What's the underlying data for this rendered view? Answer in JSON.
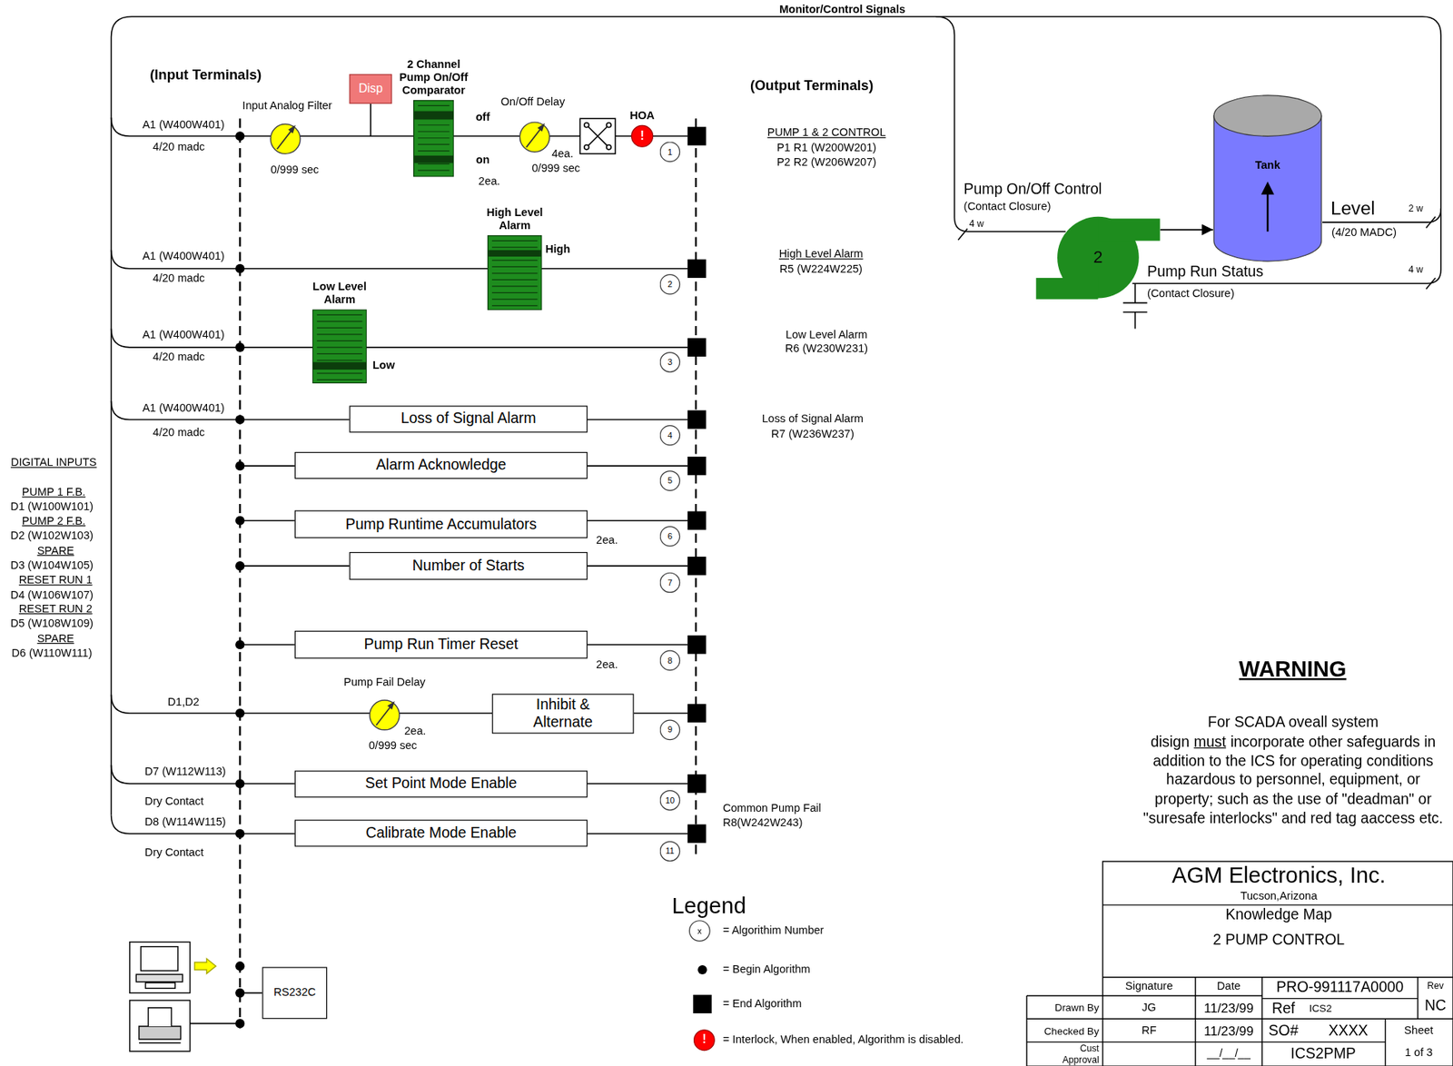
{
  "diagram": {
    "nodes": [
      {
        "text": [
          "Disp"
        ]
      },
      {
        "text": [
          "2 Channel Pump On/Off Comparator"
        ]
      },
      {
        "text": [
          "HOA",
          "!"
        ]
      },
      {
        "text": [
          "1"
        ]
      },
      {
        "text": [
          "High Level Alarm"
        ]
      },
      {
        "text": [
          "2"
        ]
      },
      {
        "text": [
          "Low Level Alarm"
        ]
      },
      {
        "text": [
          "3"
        ]
      },
      {
        "text": [
          "Loss of Signal Alarm"
        ]
      },
      {
        "text": [
          "4"
        ]
      },
      {
        "text": [
          "Alarm Acknowledge"
        ]
      },
      {
        "text": [
          "5"
        ]
      },
      {
        "text": [
          "Pump Runtime Accumulators"
        ]
      },
      {
        "text": [
          "6"
        ]
      },
      {
        "text": [
          "Number of Starts"
        ]
      },
      {
        "text": [
          "7"
        ]
      },
      {
        "text": [
          "Pump Run Timer Reset"
        ]
      },
      {
        "text": [
          "8"
        ]
      },
      {
        "text": [
          "Inhibit & Alternate"
        ]
      },
      {
        "text": [
          "9"
        ]
      },
      {
        "text": [
          "Set Point Mode Enable"
        ]
      },
      {
        "text": [
          "10"
        ]
      },
      {
        "text": [
          "Calibrate Mode Enable"
        ]
      },
      {
        "text": [
          "11"
        ]
      },
      {
        "text": [
          "RS232C"
        ]
      },
      {
        "text": [
          "2"
        ]
      },
      {
        "text": [
          "Tank"
        ]
      }
    ],
    "edges": [
      {
        "from": 25,
        "to": 26,
        "arrow": "to"
      }
    ],
    "labels": [
      "Monitor/Control Signals",
      "(Input Terminals)",
      "Input Analog Filter",
      "0/999 sec",
      "off",
      "on",
      "2ea.",
      "On/Off Delay",
      "4ea.",
      "0/999 sec",
      "(Output Terminals)",
      "A1 (W400W401)",
      "4/20 madc",
      "PUMP 1 & 2 CONTROL",
      "P1 R1 (W200W201)",
      "P2 R2 (W206W207)",
      "High",
      "A1 (W400W401)",
      "4/20 madc",
      "High Level Alarm",
      "R5 (W224W225)",
      "Low",
      "A1 (W400W401)",
      "4/20 madc",
      "Low Level Alarm",
      "R6 (W230W231)",
      "A1 (W400W401)",
      "4/20 madc",
      "Loss of Signal Alarm",
      "R7 (W236W237)",
      "2ea.",
      "2ea.",
      "Pump Fail Delay",
      "2ea.",
      "0/999 sec",
      "D1,D2",
      "D7 (W112W113)",
      "Dry Contact",
      "D8 (W114W115)",
      "Dry Contact",
      "Common Pump Fail",
      "R8(W242W243)",
      "DIGITAL INPUTS",
      "PUMP 1 F.B.",
      "D1 (W100W101)",
      "PUMP 2 F.B.",
      "D2 (W102W103)",
      "SPARE",
      "D3 (W104W105)",
      "RESET RUN 1",
      "D4 (W106W107)",
      "RESET RUN 2",
      "D5 (W108W109)",
      "SPARE",
      "D6 (W110W111)",
      "Pump On/Off Control",
      "(Contact Closure)",
      "4 w",
      "Level",
      "(4/20 MADC)",
      "2 w",
      "Pump Run Status",
      "(Contact Closure)",
      "4 w",
      "WARNING",
      "For SCADA oveall system disign",
      "must",
      "incorporate other safeguards in addition to the ICS for operating conditions hazardous to personnel, equipment, or property; such as the use of \"deadman\" or \"suresafe interlocks\" and red tag aaccess etc.",
      "Legend",
      "x",
      "!",
      "AGM Electronics, Inc.",
      "Tucson,Arizona",
      "Knowledge Map",
      "2 PUMP CONTROL",
      "Signature",
      "Date",
      "PRO-991117A0000",
      "Rev",
      "Drawn By",
      "JG",
      "11/23/99",
      "Ref",
      "ICS2",
      "NC",
      "Checked By",
      "RF",
      "11/23/99",
      "SO#",
      "XXXX",
      "Sheet",
      "Cust Approval",
      "__/__/__",
      "ICS2PMP",
      "1 of 3"
    ],
    "legend": [
      {
        "text": "= Algorithim Number"
      },
      {
        "text": "= Begin Algorithm"
      },
      {
        "text": "= End Algorithm"
      },
      {
        "text": "= Interlock, When enabled, Algorithm is disabled."
      }
    ]
  }
}
